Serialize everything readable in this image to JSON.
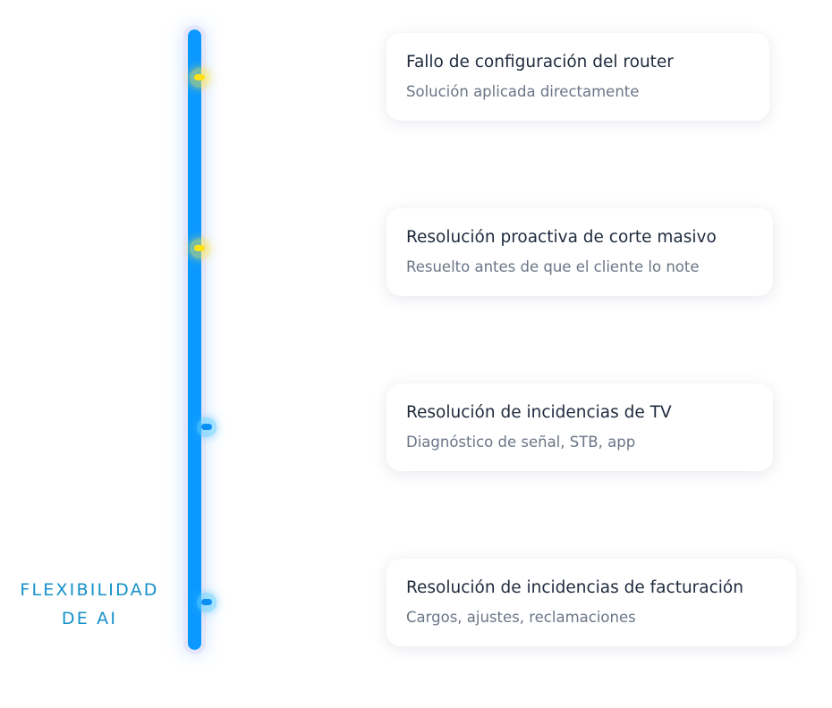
{
  "label": {
    "line1": "FLEXIBILIDAD",
    "line2": "DE AI"
  },
  "timeline": {
    "markers": [
      {
        "color": "yellow"
      },
      {
        "color": "yellow"
      },
      {
        "color": "cyan"
      },
      {
        "color": "cyan"
      }
    ]
  },
  "items": [
    {
      "title": "Fallo de configuración del router",
      "subtitle": "Solución aplicada directamente"
    },
    {
      "title": "Resolución proactiva de corte masivo",
      "subtitle": "Resuelto antes de que el cliente lo note"
    },
    {
      "title": "Resolución de incidencias de TV",
      "subtitle": "Diagnóstico de señal, STB, app"
    },
    {
      "title": "Resolución de incidencias de facturación",
      "subtitle": "Cargos, ajustes, reclamaciones"
    }
  ]
}
